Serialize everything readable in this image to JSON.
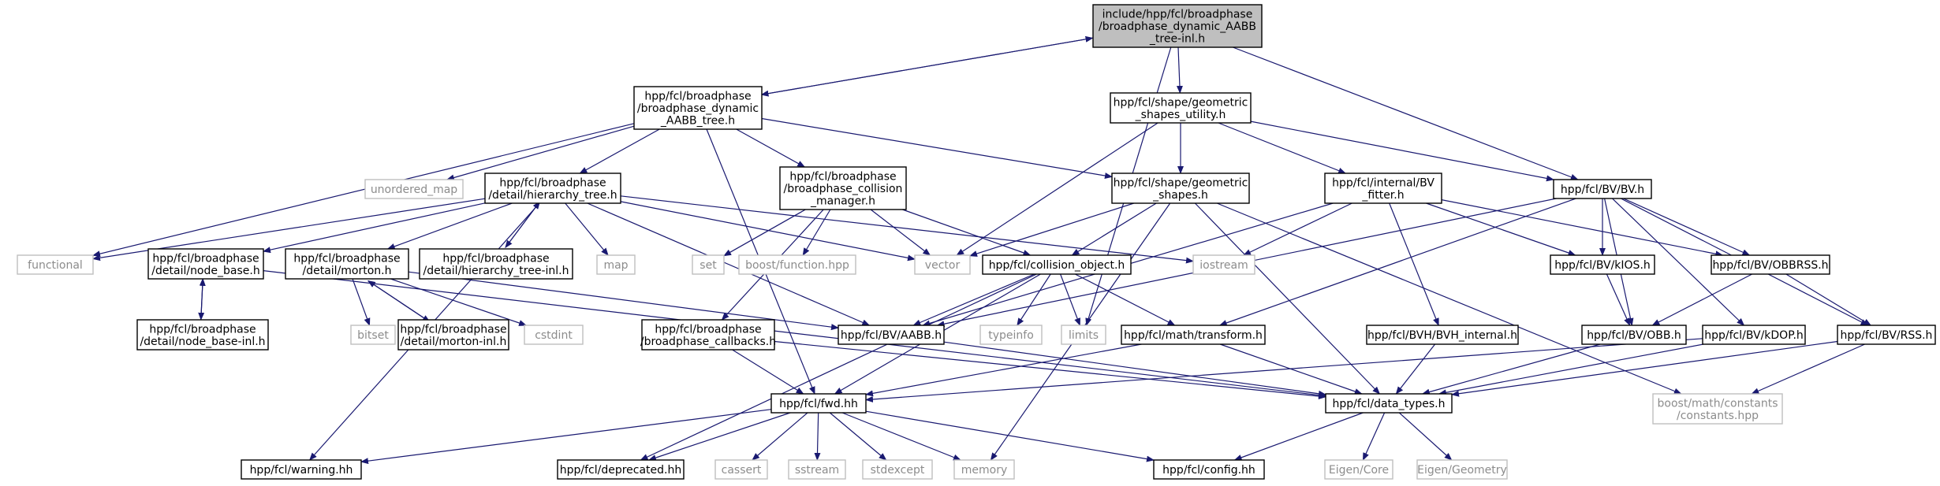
{
  "nodes": [
    {
      "id": "root",
      "kind": "root",
      "lines": [
        "include/hpp/fcl/broadphase",
        "/broadphase_dynamic_AABB",
        "_tree-inl.h"
      ]
    },
    {
      "id": "tree",
      "kind": "main",
      "lines": [
        "hpp/fcl/broadphase",
        "/broadphase_dynamic",
        "_AABB_tree.h"
      ]
    },
    {
      "id": "geomutil",
      "kind": "main",
      "lines": [
        "hpp/fcl/shape/geometric",
        "_shapes_utility.h"
      ]
    },
    {
      "id": "unordered_map",
      "kind": "ext",
      "lines": [
        "unordered_map"
      ]
    },
    {
      "id": "hier",
      "kind": "main",
      "lines": [
        "hpp/fcl/broadphase",
        "/detail/hierarchy_tree.h"
      ]
    },
    {
      "id": "colmgr",
      "kind": "main",
      "lines": [
        "hpp/fcl/broadphase",
        "/broadphase_collision",
        "_manager.h"
      ]
    },
    {
      "id": "geom",
      "kind": "main",
      "lines": [
        "hpp/fcl/shape/geometric",
        "_shapes.h"
      ]
    },
    {
      "id": "bvfitter",
      "kind": "main",
      "lines": [
        "hpp/fcl/internal/BV",
        "_fitter.h"
      ]
    },
    {
      "id": "bvh",
      "kind": "main",
      "lines": [
        "hpp/fcl/BV/BV.h"
      ]
    },
    {
      "id": "functional",
      "kind": "ext",
      "lines": [
        "functional"
      ]
    },
    {
      "id": "nodebase",
      "kind": "main",
      "lines": [
        "hpp/fcl/broadphase",
        "/detail/node_base.h"
      ]
    },
    {
      "id": "morton",
      "kind": "main",
      "lines": [
        "hpp/fcl/broadphase",
        "/detail/morton.h"
      ]
    },
    {
      "id": "hierinl",
      "kind": "main",
      "lines": [
        "hpp/fcl/broadphase",
        "/detail/hierarchy_tree-inl.h"
      ]
    },
    {
      "id": "map",
      "kind": "ext",
      "lines": [
        "map"
      ]
    },
    {
      "id": "set",
      "kind": "ext",
      "lines": [
        "set"
      ]
    },
    {
      "id": "boostfn",
      "kind": "ext",
      "lines": [
        "boost/function.hpp"
      ]
    },
    {
      "id": "vector",
      "kind": "ext",
      "lines": [
        "vector"
      ]
    },
    {
      "id": "colobj",
      "kind": "main",
      "lines": [
        "hpp/fcl/collision_object.h"
      ]
    },
    {
      "id": "iostream",
      "kind": "ext",
      "lines": [
        "iostream"
      ]
    },
    {
      "id": "kios",
      "kind": "main",
      "lines": [
        "hpp/fcl/BV/kIOS.h"
      ]
    },
    {
      "id": "obbrss",
      "kind": "main",
      "lines": [
        "hpp/fcl/BV/OBBRSS.h"
      ]
    },
    {
      "id": "nodebaseinl",
      "kind": "main",
      "lines": [
        "hpp/fcl/broadphase",
        "/detail/node_base-inl.h"
      ]
    },
    {
      "id": "bitset",
      "kind": "ext",
      "lines": [
        "bitset"
      ]
    },
    {
      "id": "mortoninl",
      "kind": "main",
      "lines": [
        "hpp/fcl/broadphase",
        "/detail/morton-inl.h"
      ]
    },
    {
      "id": "cstdint",
      "kind": "ext",
      "lines": [
        "cstdint"
      ]
    },
    {
      "id": "callbacks",
      "kind": "main",
      "lines": [
        "hpp/fcl/broadphase",
        "/broadphase_callbacks.h"
      ]
    },
    {
      "id": "aabb",
      "kind": "main",
      "lines": [
        "hpp/fcl/BV/AABB.h"
      ]
    },
    {
      "id": "typeinfo",
      "kind": "ext",
      "lines": [
        "typeinfo"
      ]
    },
    {
      "id": "limits",
      "kind": "ext",
      "lines": [
        "limits"
      ]
    },
    {
      "id": "transform",
      "kind": "main",
      "lines": [
        "hpp/fcl/math/transform.h"
      ]
    },
    {
      "id": "bvhint",
      "kind": "main",
      "lines": [
        "hpp/fcl/BVH/BVH_internal.h"
      ]
    },
    {
      "id": "obb",
      "kind": "main",
      "lines": [
        "hpp/fcl/BV/OBB.h"
      ]
    },
    {
      "id": "kdop",
      "kind": "main",
      "lines": [
        "hpp/fcl/BV/kDOP.h"
      ]
    },
    {
      "id": "rss",
      "kind": "main",
      "lines": [
        "hpp/fcl/BV/RSS.h"
      ]
    },
    {
      "id": "fwd",
      "kind": "main",
      "lines": [
        "hpp/fcl/fwd.hh"
      ]
    },
    {
      "id": "datatypes",
      "kind": "main",
      "lines": [
        "hpp/fcl/data_types.h"
      ]
    },
    {
      "id": "boostmath",
      "kind": "ext",
      "lines": [
        "boost/math/constants",
        "/constants.hpp"
      ]
    },
    {
      "id": "warning",
      "kind": "main",
      "lines": [
        "hpp/fcl/warning.hh"
      ]
    },
    {
      "id": "deprecated",
      "kind": "main",
      "lines": [
        "hpp/fcl/deprecated.hh"
      ]
    },
    {
      "id": "cassert",
      "kind": "ext",
      "lines": [
        "cassert"
      ]
    },
    {
      "id": "sstream",
      "kind": "ext",
      "lines": [
        "sstream"
      ]
    },
    {
      "id": "stdexcept",
      "kind": "ext",
      "lines": [
        "stdexcept"
      ]
    },
    {
      "id": "memory",
      "kind": "ext",
      "lines": [
        "memory"
      ]
    },
    {
      "id": "config",
      "kind": "main",
      "lines": [
        "hpp/fcl/config.hh"
      ]
    },
    {
      "id": "eigencore",
      "kind": "ext",
      "lines": [
        "Eigen/Core"
      ]
    },
    {
      "id": "eigengeom",
      "kind": "ext",
      "lines": [
        "Eigen/Geometry"
      ]
    }
  ],
  "edges": [
    {
      "from": "root",
      "to": "tree"
    },
    {
      "from": "root",
      "to": "geomutil"
    },
    {
      "from": "root",
      "to": "bvh"
    },
    {
      "from": "root",
      "to": "limits"
    },
    {
      "from": "tree",
      "to": "root"
    },
    {
      "from": "tree",
      "to": "unordered_map"
    },
    {
      "from": "tree",
      "to": "functional"
    },
    {
      "from": "tree",
      "to": "hier"
    },
    {
      "from": "tree",
      "to": "colmgr"
    },
    {
      "from": "tree",
      "to": "geom"
    },
    {
      "from": "tree",
      "to": "fwd"
    },
    {
      "from": "geomutil",
      "to": "vector"
    },
    {
      "from": "geomutil",
      "to": "geom"
    },
    {
      "from": "geomutil",
      "to": "bvfitter"
    },
    {
      "from": "geomutil",
      "to": "bvh"
    },
    {
      "from": "hier",
      "to": "functional"
    },
    {
      "from": "hier",
      "to": "nodebase"
    },
    {
      "from": "hier",
      "to": "morton"
    },
    {
      "from": "hier",
      "to": "hierinl"
    },
    {
      "from": "hier",
      "to": "map"
    },
    {
      "from": "hier",
      "to": "vector"
    },
    {
      "from": "hier",
      "to": "iostream"
    },
    {
      "from": "hier",
      "to": "aabb"
    },
    {
      "from": "hier",
      "to": "warning"
    },
    {
      "from": "hierinl",
      "to": "hier"
    },
    {
      "from": "colmgr",
      "to": "set"
    },
    {
      "from": "colmgr",
      "to": "boostfn"
    },
    {
      "from": "colmgr",
      "to": "vector"
    },
    {
      "from": "colmgr",
      "to": "colobj"
    },
    {
      "from": "colmgr",
      "to": "callbacks"
    },
    {
      "from": "geom",
      "to": "vector"
    },
    {
      "from": "geom",
      "to": "colobj"
    },
    {
      "from": "geom",
      "to": "datatypes"
    },
    {
      "from": "geom",
      "to": "memory"
    },
    {
      "from": "geom",
      "to": "boostmath"
    },
    {
      "from": "bvfitter",
      "to": "iostream"
    },
    {
      "from": "bvfitter",
      "to": "aabb"
    },
    {
      "from": "bvfitter",
      "to": "kios"
    },
    {
      "from": "bvfitter",
      "to": "obbrss"
    },
    {
      "from": "bvfitter",
      "to": "bvhint"
    },
    {
      "from": "bvh",
      "to": "aabb"
    },
    {
      "from": "bvh",
      "to": "kios"
    },
    {
      "from": "bvh",
      "to": "obbrss"
    },
    {
      "from": "bvh",
      "to": "obb"
    },
    {
      "from": "bvh",
      "to": "kdop"
    },
    {
      "from": "bvh",
      "to": "rss"
    },
    {
      "from": "bvh",
      "to": "transform"
    },
    {
      "from": "nodebase",
      "to": "nodebaseinl"
    },
    {
      "from": "nodebase",
      "to": "datatypes"
    },
    {
      "from": "nodebaseinl",
      "to": "nodebase"
    },
    {
      "from": "morton",
      "to": "bitset"
    },
    {
      "from": "morton",
      "to": "mortoninl"
    },
    {
      "from": "morton",
      "to": "cstdint"
    },
    {
      "from": "morton",
      "to": "aabb"
    },
    {
      "from": "mortoninl",
      "to": "morton"
    },
    {
      "from": "colobj",
      "to": "deprecated"
    },
    {
      "from": "colobj",
      "to": "fwd"
    },
    {
      "from": "colobj",
      "to": "aabb"
    },
    {
      "from": "colobj",
      "to": "typeinfo"
    },
    {
      "from": "colobj",
      "to": "limits"
    },
    {
      "from": "colobj",
      "to": "transform"
    },
    {
      "from": "callbacks",
      "to": "fwd"
    },
    {
      "from": "callbacks",
      "to": "datatypes"
    },
    {
      "from": "aabb",
      "to": "datatypes"
    },
    {
      "from": "transform",
      "to": "fwd"
    },
    {
      "from": "transform",
      "to": "datatypes"
    },
    {
      "from": "bvhint",
      "to": "datatypes"
    },
    {
      "from": "kios",
      "to": "obb"
    },
    {
      "from": "obbrss",
      "to": "obb"
    },
    {
      "from": "obbrss",
      "to": "rss"
    },
    {
      "from": "obb",
      "to": "datatypes"
    },
    {
      "from": "kdop",
      "to": "fwd"
    },
    {
      "from": "kdop",
      "to": "datatypes"
    },
    {
      "from": "rss",
      "to": "datatypes"
    },
    {
      "from": "rss",
      "to": "boostmath"
    },
    {
      "from": "fwd",
      "to": "warning"
    },
    {
      "from": "fwd",
      "to": "deprecated"
    },
    {
      "from": "fwd",
      "to": "cassert"
    },
    {
      "from": "fwd",
      "to": "sstream"
    },
    {
      "from": "fwd",
      "to": "stdexcept"
    },
    {
      "from": "fwd",
      "to": "memory"
    },
    {
      "from": "fwd",
      "to": "config"
    },
    {
      "from": "datatypes",
      "to": "config"
    },
    {
      "from": "datatypes",
      "to": "eigencore"
    },
    {
      "from": "datatypes",
      "to": "eigengeom"
    }
  ]
}
